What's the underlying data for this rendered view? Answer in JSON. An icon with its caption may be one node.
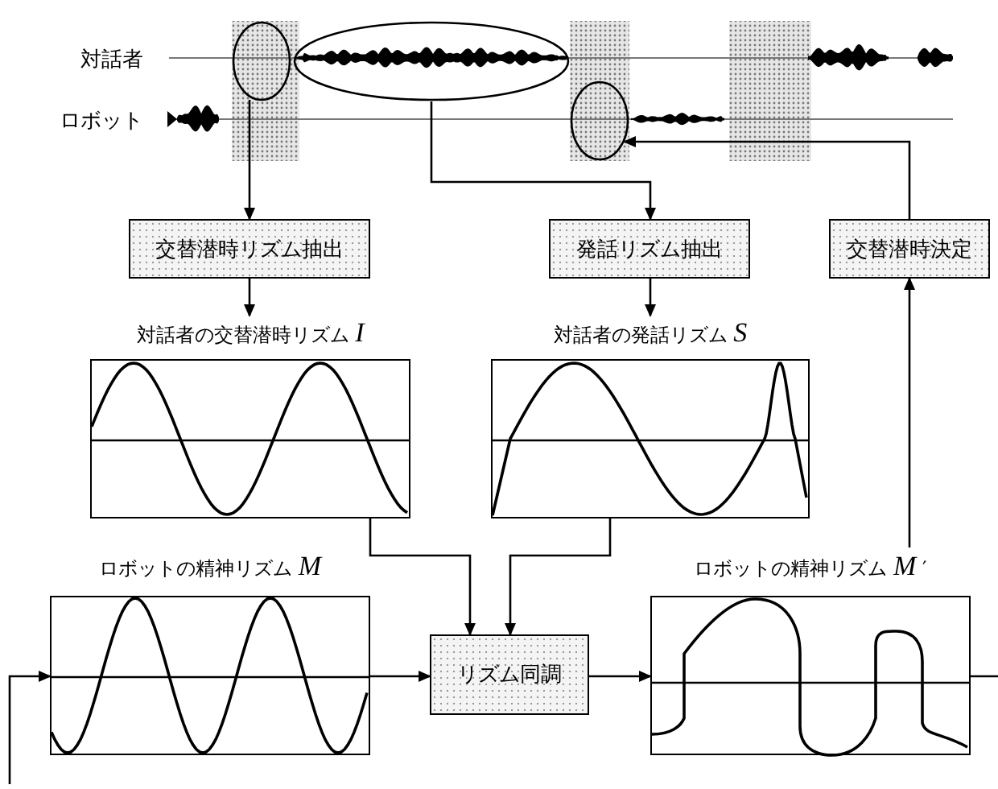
{
  "diagram": {
    "nodes": [
      {
        "text": [],
        "shape": "ellipse"
      },
      {
        "text": [],
        "shape": "ellipse"
      },
      {
        "text": [],
        "shape": "ellipse"
      },
      {
        "text": [
          "交替潜時リズム抽出"
        ]
      },
      {
        "text": [
          "発話リズム抽出"
        ]
      },
      {
        "text": [
          "交替潜時決定"
        ]
      },
      {
        "text": [
          "対話者の交替潜時リズム *I*"
        ]
      },
      {
        "text": [
          "対話者の発話リズム *S*"
        ]
      },
      {
        "text": [
          "ロボットの精神リズム *M*"
        ]
      },
      {
        "text": [
          "リズム同調"
        ]
      },
      {
        "text": [
          "ロボットの精神リズム *M* ′"
        ]
      }
    ],
    "edges": [
      {
        "from": 0,
        "to": 3,
        "arrow": "to"
      },
      {
        "from": 1,
        "to": 4,
        "arrow": "to"
      },
      {
        "from": 5,
        "to": 2,
        "arrow": "to"
      },
      {
        "from": 3,
        "to": 6,
        "arrow": "to"
      },
      {
        "from": 4,
        "to": 7,
        "arrow": "to"
      },
      {
        "from": 10,
        "to": 5,
        "arrow": "to"
      },
      {
        "from": 6,
        "to": 9,
        "arrow": "to"
      },
      {
        "from": 7,
        "to": 9,
        "arrow": "to"
      },
      {
        "from": null,
        "to": 8,
        "arrow": "to"
      },
      {
        "from": 8,
        "to": 9,
        "arrow": "to"
      },
      {
        "from": 9,
        "to": 10,
        "arrow": "to"
      },
      {
        "from": 10,
        "to": null,
        "arrow": "none"
      }
    ],
    "labels": [
      "対話者",
      "ロボット"
    ]
  }
}
